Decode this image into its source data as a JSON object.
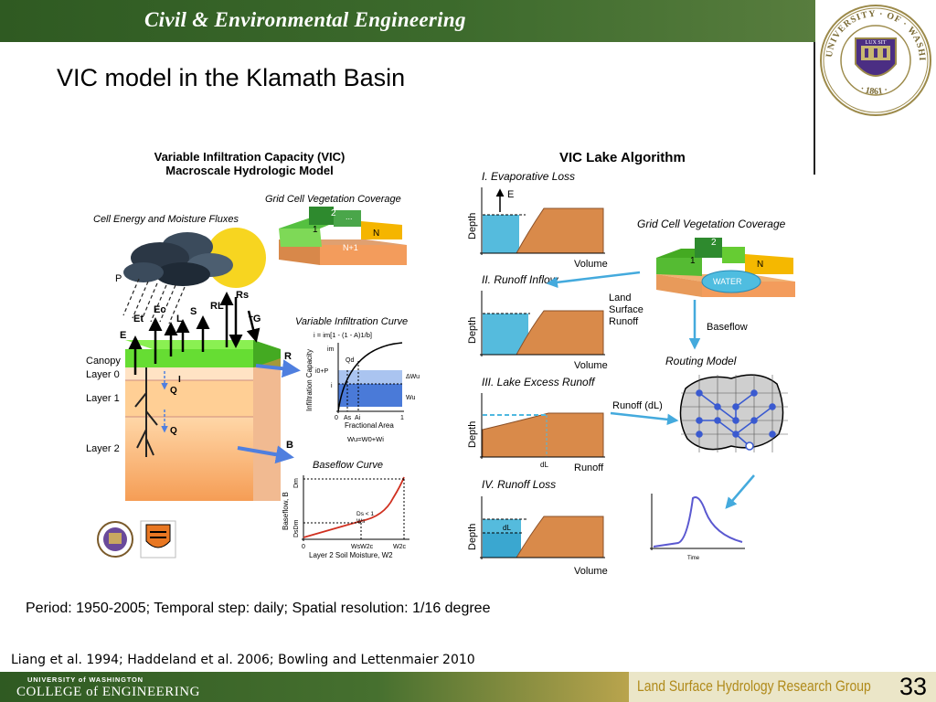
{
  "header": {
    "title": "Civil & Environmental Engineering"
  },
  "seal": {
    "ring_text": "UNIVERSITY · OF · WASHINGTON ·",
    "year": "· 1861 ·",
    "lux": "LUX SIT"
  },
  "slide": {
    "title": "VIC model in the Klamath Basin"
  },
  "vic": {
    "title1": "Variable Infiltration Capacity (VIC)",
    "title2": "Macroscale Hydrologic Model",
    "energy_label": "Cell Energy and Moisture Fluxes",
    "grid_label": "Grid Cell Vegetation Coverage",
    "tiles": {
      "t1": "1",
      "t2": "2",
      "dots": "...",
      "n": "N",
      "n1": "N+1"
    },
    "flux": {
      "p": "P",
      "rs": "Rs",
      "rl": "RL",
      "ec": "Ec",
      "l": "L",
      "s": "S",
      "tg": "τG",
      "et": "Et",
      "e": "E",
      "r": "R",
      "b": "B",
      "i": "I",
      "q1": "Q",
      "q2": "Q"
    },
    "layers": {
      "canopy": "Canopy",
      "layer0": "Layer 0",
      "layer1": "Layer 1",
      "layer2": "Layer 2"
    },
    "curve_title": "Variable Infiltration Curve",
    "curve_eq": "i = im[1 - (1 - A)1/b]",
    "curve_ylabel": "Infiltration Capacity",
    "curve_xlabel": "Fractional Area",
    "curve_labels": {
      "im": "im",
      "qd": "Qd",
      "i0p": "i0+P",
      "i": "i",
      "dw": "ΔWu",
      "wu": "Wu",
      "zero": "0",
      "as": "As",
      "ai": "Ai",
      "one": "1",
      "weq": "Wu=W0+Wi"
    },
    "baseflow_title": "Baseflow Curve",
    "baseflow_ylabel": "Baseflow, B",
    "baseflow_xlabel": "Layer 2 Soil Moisture, W2",
    "baseflow_labels": {
      "dm": "Dm",
      "dsdm": "DsDm",
      "ratio": "Ds < 1",
      "ratio2": "Ws",
      "zero": "0",
      "ws": "WsW2c",
      "w2c": "W2c"
    }
  },
  "lake": {
    "title": "VIC Lake Algorithm",
    "steps": [
      "I. Evaporative Loss",
      "II. Runoff Inflow",
      "III. Lake Excess Runoff",
      "IV. Runoff Loss"
    ],
    "depth": "Depth",
    "volume": "Volume",
    "runoff_axis": "Runoff",
    "e": "E",
    "dl": "dL",
    "grid_label": "Grid Cell Vegetation Coverage",
    "tiles": {
      "t1": "1",
      "t2": "2",
      "n": "N",
      "water": "WATER"
    },
    "land_runoff": [
      "Land",
      "Surface",
      "Runoff"
    ],
    "baseflow": "Baseflow",
    "routing": "Routing Model",
    "runoff_dl": "Runoff (dL)",
    "time": "Time"
  },
  "footer": {
    "period": "Period: 1950-2005; Temporal step: daily; Spatial resolution: 1/16 degree",
    "citation": "Liang et al. 1994; Haddeland et al. 2006; Bowling and Lettenmaier 2010",
    "uw": "UNIVERSITY of WASHINGTON",
    "coe": "COLLEGE of ENGINEERING",
    "lab": "Land Surface Hydrology Research Group",
    "page": "33"
  },
  "colors": {
    "header_green": "#2f5a22",
    "land_green": "#66cc33",
    "soil_orange": "#f0a060",
    "water_blue": "#55bbdd",
    "arrow_blue": "#4f7fdf",
    "purple": "#4b2e83",
    "gold": "#b08a1a"
  }
}
